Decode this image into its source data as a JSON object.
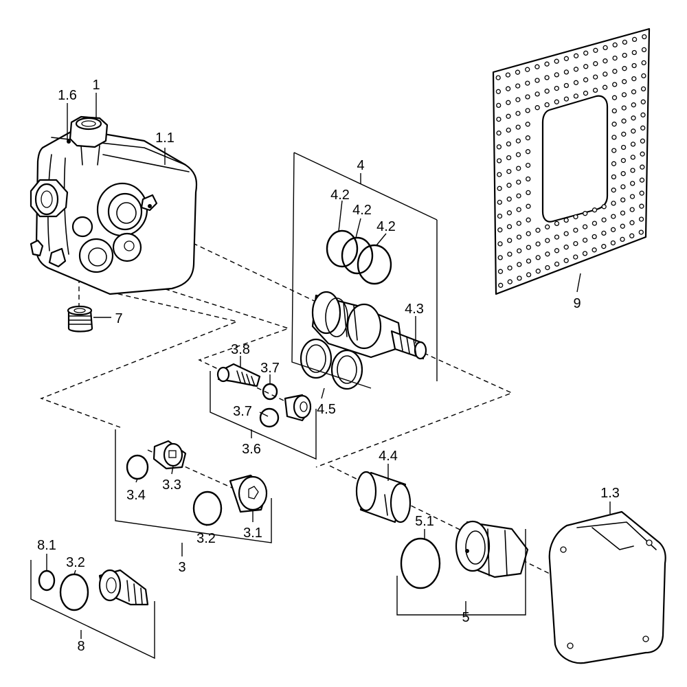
{
  "labels": {
    "p1": "1",
    "p1_6": "1.6",
    "p1_1": "1.1",
    "p4": "4",
    "p4_2a": "4.2",
    "p4_2b": "4.2",
    "p4_2c": "4.2",
    "p4_3": "4.3",
    "p4_5": "4.5",
    "p7": "7",
    "p3_8": "3.8",
    "p3_7a": "3.7",
    "p3_7b": "3.7",
    "p3_6": "3.6",
    "p3_4": "3.4",
    "p3_3": "3.3",
    "p3_2a": "3.2",
    "p3_1": "3.1",
    "p3": "3",
    "p8_1": "8.1",
    "p3_2b": "3.2",
    "p8": "8",
    "p4_4": "4.4",
    "p5_1": "5.1",
    "p5": "5",
    "p1_3": "1.3",
    "p9": "9"
  }
}
